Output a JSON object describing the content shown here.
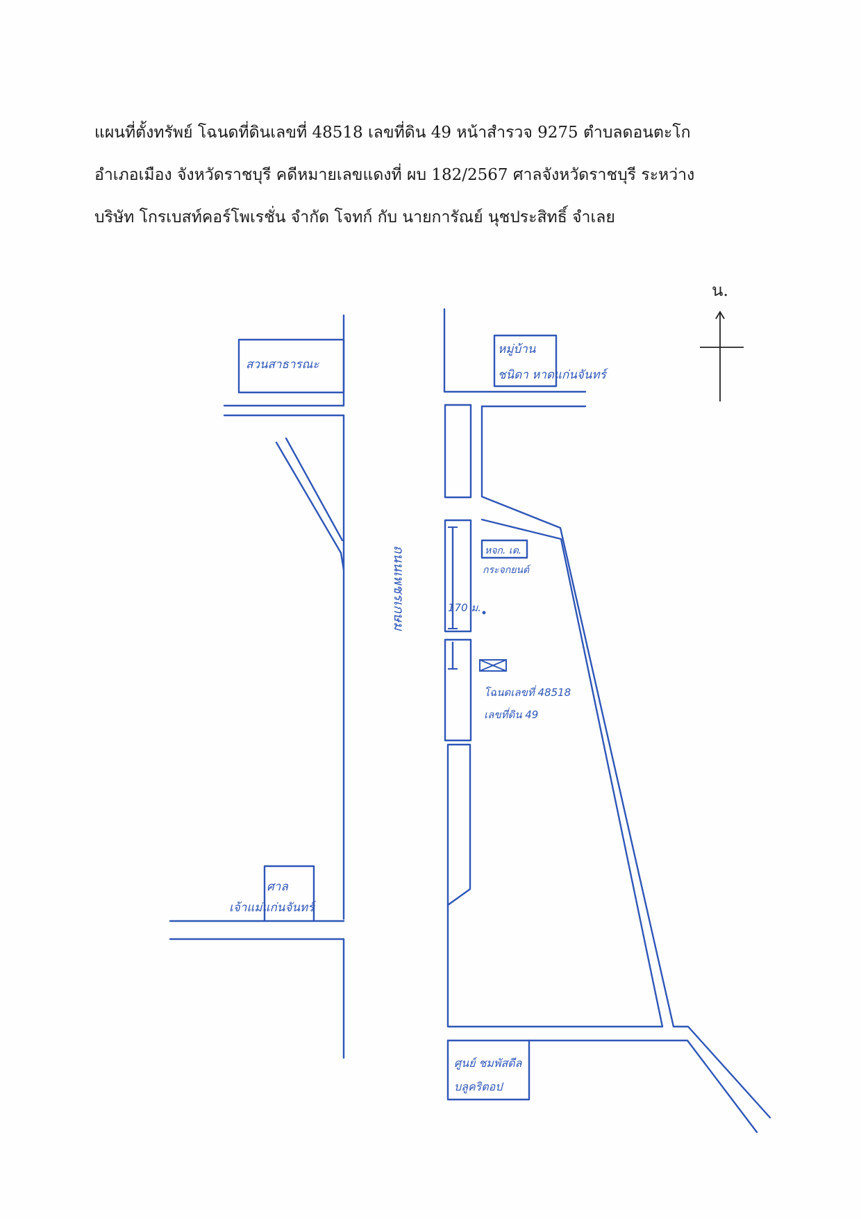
{
  "header": {
    "line1": "แผนที่ตั้งทรัพย์ โฉนดที่ดินเลขที่ 48518 เลขที่ดิน 49 หน้าสำรวจ 9275 ตำบลดอนตะโก",
    "line2": "อำเภอเมือง จังหวัดราชบุรี คดีหมายเลขแดงที่ ผบ 182/2567  ศาลจังหวัดราชบุรี ระหว่าง",
    "line3": "บริษัท โกรเบสท์คอร์โพเรชั่น จำกัด  โจทก์ กับ นายการัณย์ นุชประสิทธิ์ จำเลย"
  },
  "map": {
    "north_label": "น.",
    "park_label": "สวนสาธารณะ",
    "village_label_1": "หมู่บ้าน",
    "village_label_2": "ชนิดา หาดแก่นจันทร์",
    "road_label": "ถนนเพชรเกษม",
    "shop_label_1": "หจก. เต.",
    "shop_label_2": "กระจกยนต์",
    "distance_label": "170 ม.",
    "deed_label_1": "โฉนดเลขที่ 48518",
    "deed_label_2": "เลขที่ดิน 49",
    "shrine_label_1": "ศาล",
    "shrine_label_2": "เจ้าแม่แก่นจันทร์",
    "center_label_1": "ศูนย์ ชมพัสดีล",
    "center_label_2": "บลูคริตอป"
  },
  "colors": {
    "ink": "#2e56b8",
    "text": "#1a1a1a"
  }
}
